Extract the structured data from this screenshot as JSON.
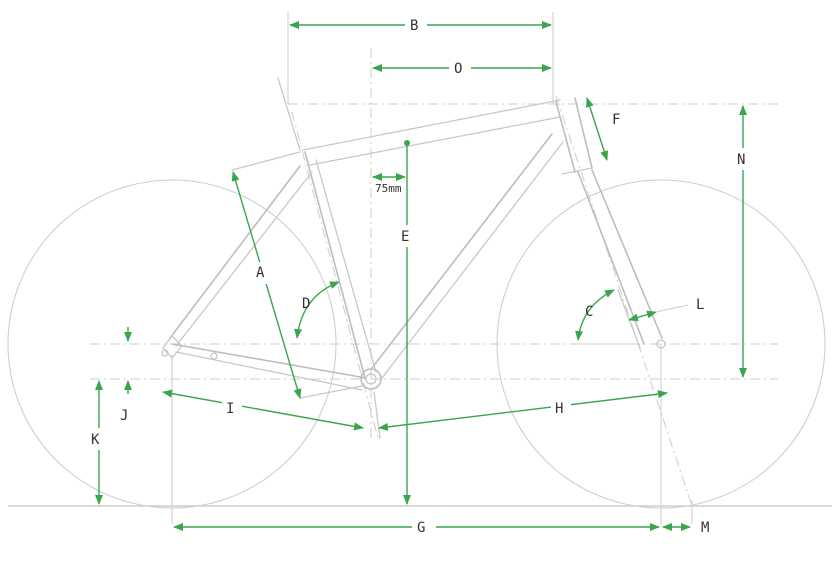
{
  "labels": {
    "A": "A",
    "B": "B",
    "C": "C",
    "D": "D",
    "E": "E",
    "F": "F",
    "G": "G",
    "H": "H",
    "I": "I",
    "J": "J",
    "K": "K",
    "L": "L",
    "M": "M",
    "N": "N",
    "O": "O"
  },
  "offset_note": "75mm",
  "colors": {
    "dimension": "#3aa64c",
    "frame": "#c8c8c8",
    "text": "#333333"
  }
}
